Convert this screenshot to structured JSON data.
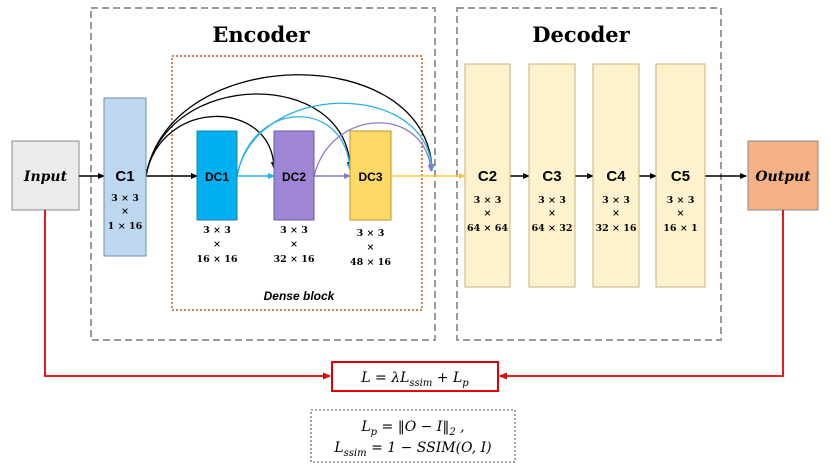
{
  "titles": {
    "encoder": "Encoder",
    "decoder": "Decoder",
    "dense_block": "Dense block"
  },
  "io": {
    "input": "Input",
    "output": "Output"
  },
  "blocks": {
    "c1": {
      "label": "C1",
      "dim_top": "3 × 3",
      "times": "×",
      "dim_bottom": "1 × 16"
    },
    "dc1": {
      "label": "DC1",
      "dim_top": "3 × 3",
      "times": "×",
      "dim_bottom": "16 × 16"
    },
    "dc2": {
      "label": "DC2",
      "dim_top": "3 × 3",
      "times": "×",
      "dim_bottom": "32 × 16"
    },
    "dc3": {
      "label": "DC3",
      "dim_top": "3 × 3",
      "times": "×",
      "dim_bottom": "48 × 16"
    },
    "c2": {
      "label": "C2",
      "dim_top": "3 × 3",
      "times": "×",
      "dim_bottom": "64 × 64"
    },
    "c3": {
      "label": "C3",
      "dim_top": "3 × 3",
      "times": "×",
      "dim_bottom": "64 × 32"
    },
    "c4": {
      "label": "C4",
      "dim_top": "3 × 3",
      "times": "×",
      "dim_bottom": "32 × 16"
    },
    "c5": {
      "label": "C5",
      "dim_top": "3 × 3",
      "times": "×",
      "dim_bottom": "16 × 1"
    }
  },
  "loss": {
    "main": "L = λL",
    "main_sub1": "ssim",
    "main_plus": " + L",
    "main_sub2": "p",
    "lp_line": "L",
    "lp_sub": "p",
    "lp_rhs": " = ‖O − I‖",
    "lp_norm_sub": "2",
    "lp_tail": " ,",
    "lssim_line": "L",
    "lssim_sub": "ssim",
    "lssim_rhs": " = 1 − SSIM(O, I)"
  },
  "colors": {
    "input_fill": "#ebebeb",
    "c1_fill": "#bdd7ee",
    "dc1_fill": "#00b0f0",
    "dc2_fill": "#9e86d4",
    "dc3_fill": "#ffd966",
    "decoder_fill": "#fff2cc",
    "output_fill": "#f4b183",
    "dense_border": "#c55a11",
    "loss_red": "#e00000",
    "skip_blue": "#2ab0e8",
    "skip_purple": "#8a7ccc",
    "flow_yellow": "#f5c842"
  }
}
